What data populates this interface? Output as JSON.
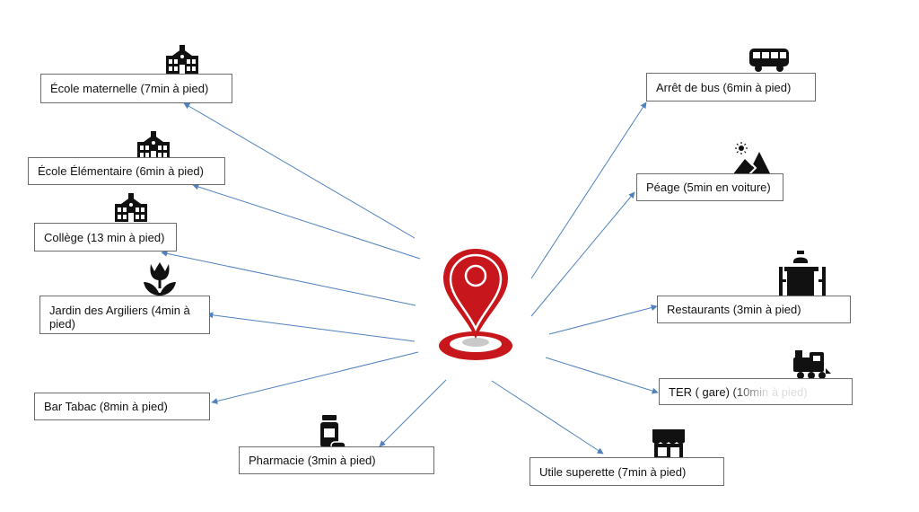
{
  "center": {
    "icon": "map-pin-icon",
    "color": "#c8171c"
  },
  "arrow_color": "#4f81bd",
  "left_labels": [
    {
      "id": "ecole-maternelle",
      "text": "École maternelle (7min à pied)",
      "icon": "school-icon"
    },
    {
      "id": "ecole-elementaire",
      "text": "École Élémentaire (6min à pied)",
      "icon": "school-icon"
    },
    {
      "id": "college",
      "text": "Collège (13 min à pied)",
      "icon": "school-icon"
    },
    {
      "id": "jardin",
      "text": "Jardin des Argiliers (4min à pied)",
      "icon": "tulip-icon"
    },
    {
      "id": "bar-tabac",
      "text": "Bar Tabac (8min à pied)",
      "icon": ""
    },
    {
      "id": "pharmacie",
      "text": "Pharmacie (3min à pied)",
      "icon": "medicine-icon"
    }
  ],
  "right_labels": [
    {
      "id": "arret-bus",
      "text": "Arrêt de bus (6min à pied)",
      "icon": "bus-icon"
    },
    {
      "id": "peage",
      "text": "Péage (5min en voiture)",
      "icon": "mountain-road-icon"
    },
    {
      "id": "restaurants",
      "text": "Restaurants (3min à pied)",
      "icon": "dining-table-icon"
    },
    {
      "id": "ter",
      "text": "TER ( gare) (10min à pied)",
      "icon": "train-icon"
    },
    {
      "id": "superette",
      "text": "Utile superette (7min à pied)",
      "icon": "store-icon"
    }
  ]
}
